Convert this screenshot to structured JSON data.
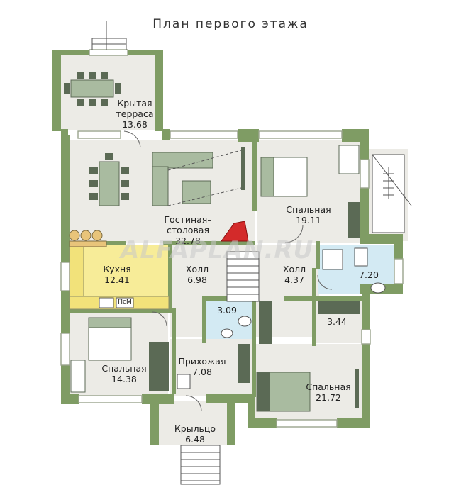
{
  "title": "План первого этажа",
  "watermark": "ALFAPLAN.RU",
  "colors": {
    "wall": "#7f9c64",
    "wall_dark": "#5f7a48",
    "floor": "#ecebe6",
    "kitchen": "#f7ec98",
    "bathroom": "#d3eaf3",
    "furniture": "#a9bba0",
    "furniture_dark": "#5b6a55"
  },
  "rooms": {
    "terrace": {
      "name": "Крытая\nтерраса",
      "area": "13.68"
    },
    "living": {
      "name": "Гостиная–\nстоловая",
      "area": "32.78"
    },
    "bedroom_ne": {
      "name": "Спальная",
      "area": "19.11"
    },
    "kitchen": {
      "name": "Кухня",
      "area": "12.41"
    },
    "hall_center": {
      "name": "Холл",
      "area": "6.98"
    },
    "hall_east": {
      "name": "Холл",
      "area": "4.37"
    },
    "bath_east": {
      "area": "7.20"
    },
    "wc": {
      "area": "3.09"
    },
    "closet": {
      "area": "3.44"
    },
    "bedroom_sw": {
      "name": "Спальная",
      "area": "14.38"
    },
    "entry_hall": {
      "name": "Прихожая",
      "area": "7.08"
    },
    "bedroom_se": {
      "name": "Спальная",
      "area": "21.72"
    },
    "porch": {
      "name": "Крыльцо",
      "area": "6.48"
    }
  },
  "appliance_label": "ПсМ"
}
